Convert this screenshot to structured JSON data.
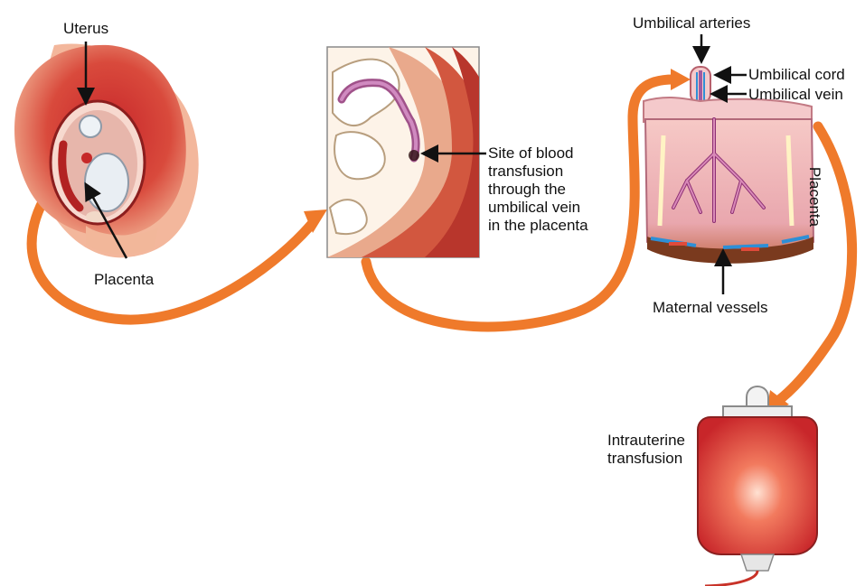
{
  "labels": {
    "uterus": "Uterus",
    "placenta_left": "Placenta",
    "site_line1": "Site of blood",
    "site_line2": "transfusion",
    "site_line3": "through the",
    "site_line4": "umbilical vein",
    "site_line5": "in the placenta",
    "umbilical_arteries": "Umbilical arteries",
    "umbilical_cord": "Umbilical cord",
    "umbilical_vein": "Umbilical vein",
    "placenta_vertical": "Placenta",
    "maternal_vessels": "Maternal vessels",
    "intrauterine_line1": "Intrauterine",
    "intrauterine_line2": "transfusion"
  },
  "colors": {
    "arrow_orange": "#EF7A2B",
    "flesh": "#E46A4E",
    "deep_red": "#C8302A",
    "vessel_pink": "#B45C96",
    "maternal_blue": "#2E8FD6",
    "blood_bag_red": "#D9312B"
  }
}
